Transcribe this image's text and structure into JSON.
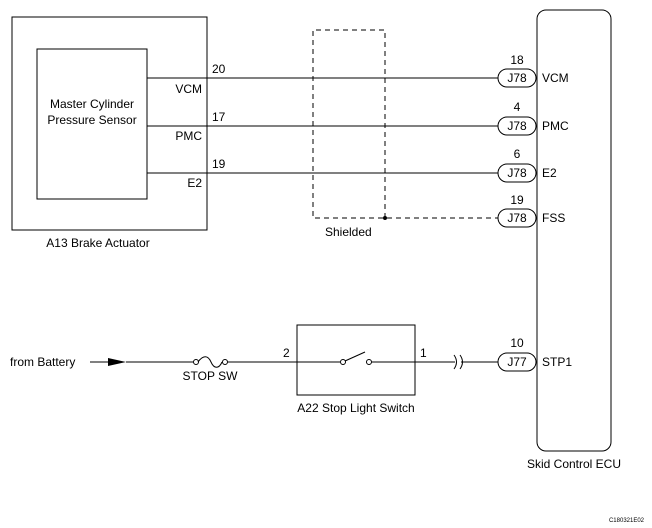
{
  "actuator": {
    "label": "A13  Brake Actuator",
    "sensor_line1": "Master Cylinder",
    "sensor_line2": "Pressure Sensor",
    "terms": [
      {
        "name": "VCM",
        "pin": "20"
      },
      {
        "name": "PMC",
        "pin": "17"
      },
      {
        "name": "E2",
        "pin": "19"
      }
    ]
  },
  "shield_label": "Shielded",
  "ecu": {
    "label": "Skid Control ECU",
    "terms": [
      {
        "pin": "18",
        "connector": "J78",
        "name": "VCM"
      },
      {
        "pin": "4",
        "connector": "J78",
        "name": "PMC"
      },
      {
        "pin": "6",
        "connector": "J78",
        "name": "E2"
      },
      {
        "pin": "19",
        "connector": "J78",
        "name": "FSS"
      },
      {
        "pin": "10",
        "connector": "J77",
        "name": "STP1"
      }
    ]
  },
  "battery_label": "from Battery",
  "fuse_label": "STOP SW",
  "switch": {
    "label": "A22  Stop Light Switch",
    "pin_in": "2",
    "pin_out": "1"
  },
  "figure_code": "C180321E02"
}
